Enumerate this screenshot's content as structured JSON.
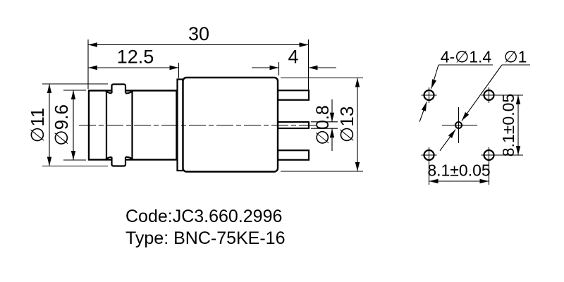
{
  "drawing": {
    "colors": {
      "line": "#000000",
      "background": "#ffffff"
    },
    "side_view": {
      "dim_overall_length": "30",
      "dim_front_length": "12.5",
      "dim_pin_length": "4",
      "dia_coupling_outer": "∅11",
      "dia_coupling_inner": "∅9.6",
      "dia_pin": "∅0.8",
      "dia_body": "∅13"
    },
    "footprint": {
      "label_corner_holes": "4-∅1.4",
      "label_center_hole": "∅1",
      "pitch_vertical": "8.1±0.05",
      "pitch_horizontal": "8.1±0.05"
    },
    "notes": {
      "code_line": "Code:JC3.660.2996",
      "type_line": "Type: BNC-75KE-16"
    }
  }
}
